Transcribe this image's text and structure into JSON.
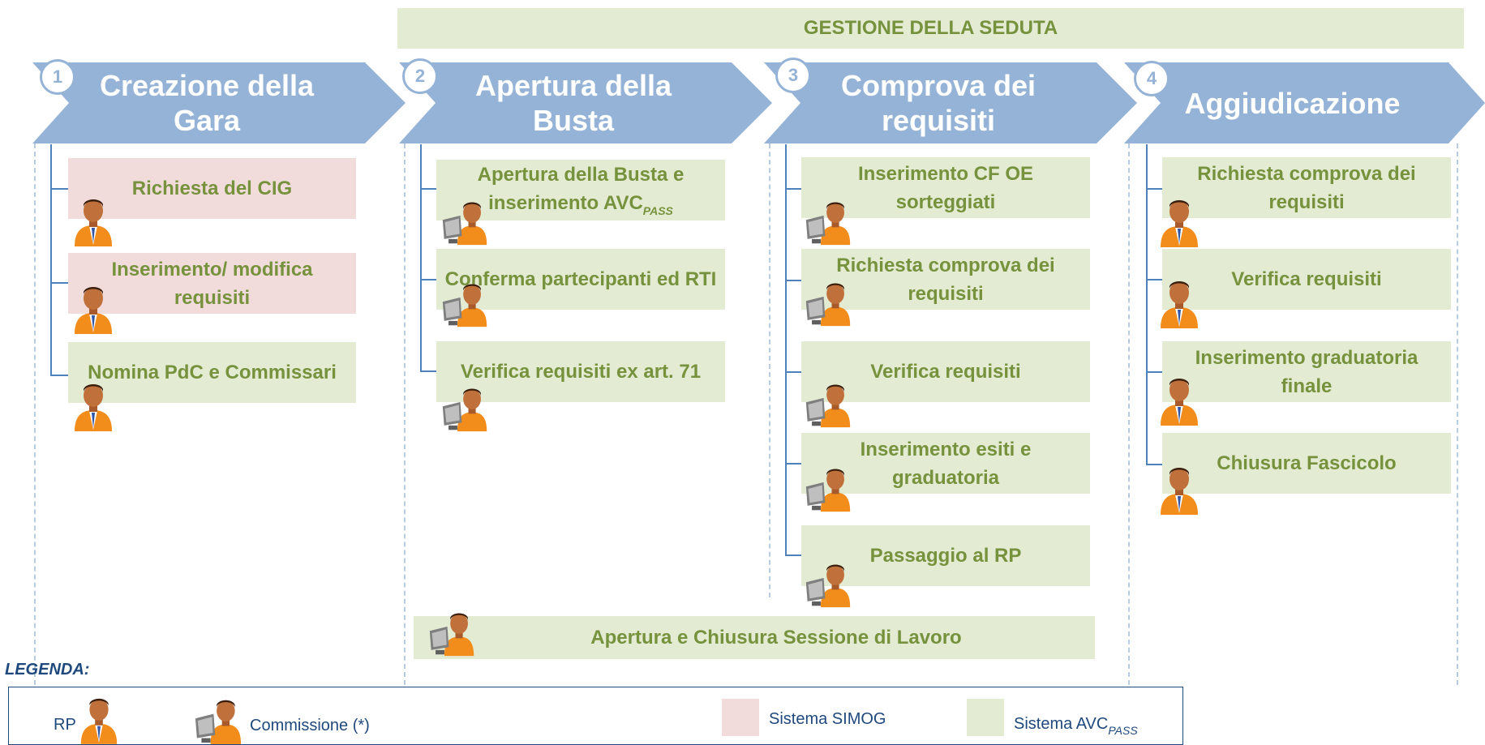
{
  "banner": "GESTIONE DELLA SEDUTA",
  "colors": {
    "chevron": "#95b3d7",
    "green_box": "#e3ebd3",
    "pink_box": "#f2dcdb",
    "text_green": "#76923c",
    "legend_blue": "#1f497d"
  },
  "phases": [
    {
      "number": "1",
      "title": "Creazione della Gara"
    },
    {
      "number": "2",
      "title": "Apertura della Busta"
    },
    {
      "number": "3",
      "title": "Comprova dei requisiti"
    },
    {
      "number": "4",
      "title": "Aggiudicazione"
    }
  ],
  "steps": {
    "p1": [
      "Richiesta del CIG",
      "Inserimento/ modifica requisiti",
      "Nomina PdC e Commissari"
    ],
    "p2": [
      "Apertura della Busta e inserimento AVC",
      "Conferma  partecipanti ed RTI",
      "Verifica requisiti ex art. 71"
    ],
    "p2_sub": "PASS",
    "p3": [
      "Inserimento CF OE sorteggiati",
      "Richiesta comprova dei requisiti",
      "Verifica requisiti",
      "Inserimento esiti e graduatoria",
      "Passaggio al RP"
    ],
    "p4": [
      "Richiesta comprova dei requisiti",
      "Verifica requisiti",
      "Inserimento graduatoria finale",
      "Chiusura Fascicolo"
    ]
  },
  "session_box": "Apertura e Chiusura Sessione di Lavoro",
  "legend": {
    "title": "LEGENDA:",
    "rp": "RP",
    "commissione": "Commissione (*)",
    "simog": "Sistema SIMOG",
    "avcpass": "Sistema AVC",
    "avcpass_sub": "PASS"
  },
  "icons": {
    "rp": "person-orange-icon",
    "commissione": "person-computer-icon"
  }
}
